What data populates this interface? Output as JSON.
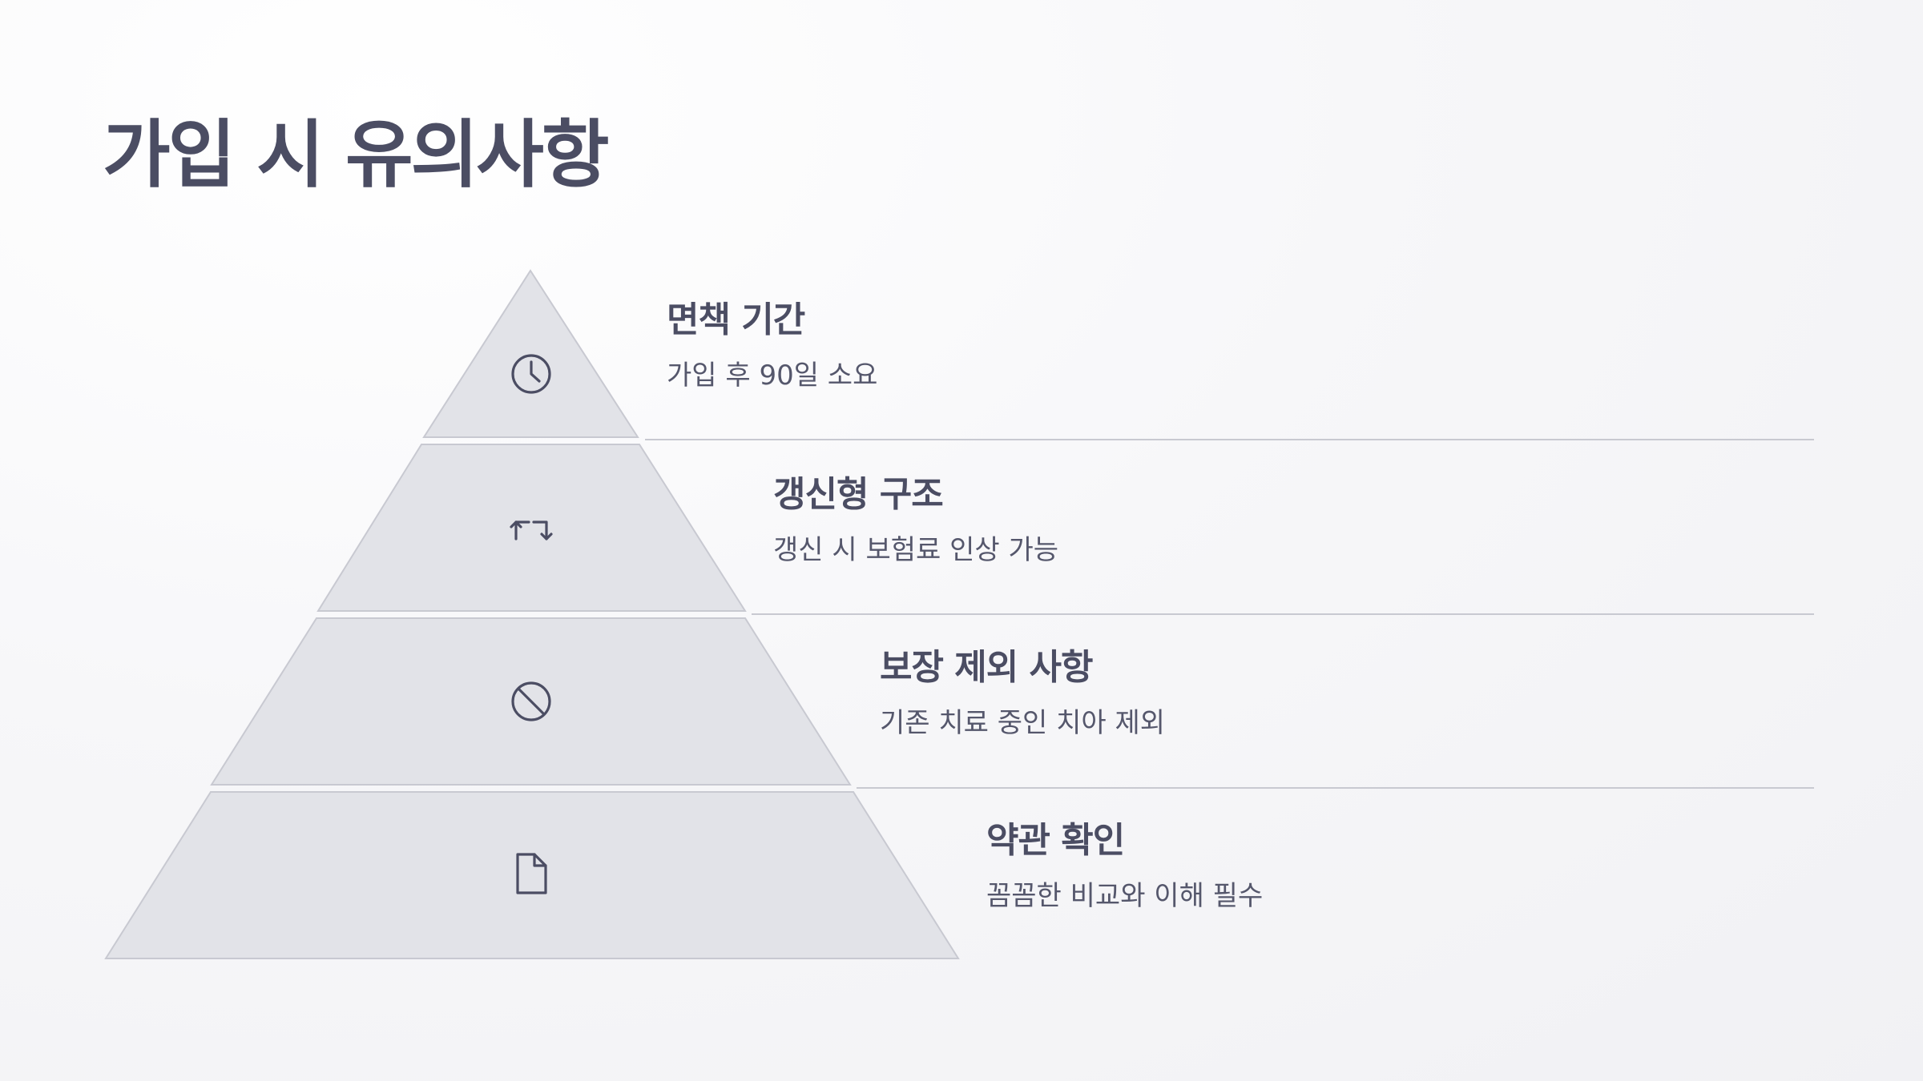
{
  "title": "가입 시 유의사항",
  "tiers": [
    {
      "heading": "면책 기간",
      "description": "가입 후 90일 소요",
      "icon": "clock-icon"
    },
    {
      "heading": "갱신형 구조",
      "description": "갱신 시 보험료 인상 가능",
      "icon": "renew-arrows-icon"
    },
    {
      "heading": "보장 제외 사항",
      "description": "기존 치료 중인 치아 제외",
      "icon": "ban-icon"
    },
    {
      "heading": "약관 확인",
      "description": "꼼꼼한 비교와 이해 필수",
      "icon": "document-icon"
    }
  ],
  "colors": {
    "title": "#4b4d63",
    "tier_fill": "#e2e3e8",
    "tier_stroke": "#c8c9d1",
    "divider": "#c8c9d1"
  }
}
